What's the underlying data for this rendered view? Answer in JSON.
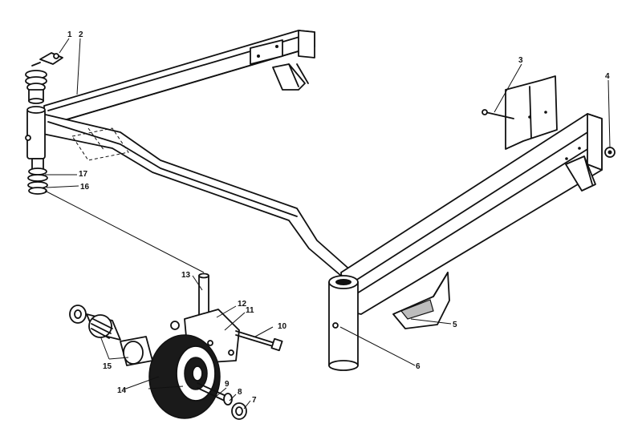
{
  "labels": {
    "p1": "1",
    "p2": "2",
    "p3": "3",
    "p4": "4",
    "p5": "5",
    "p6": "6",
    "p7": "7",
    "p8": "8",
    "p9": "9",
    "p10": "10",
    "p11": "11",
    "p12": "12",
    "p13": "13",
    "p14": "14",
    "p15": "15",
    "p16": "16",
    "p17": "17"
  },
  "colors": {
    "ink": "#111111",
    "background": "#ffffff"
  }
}
